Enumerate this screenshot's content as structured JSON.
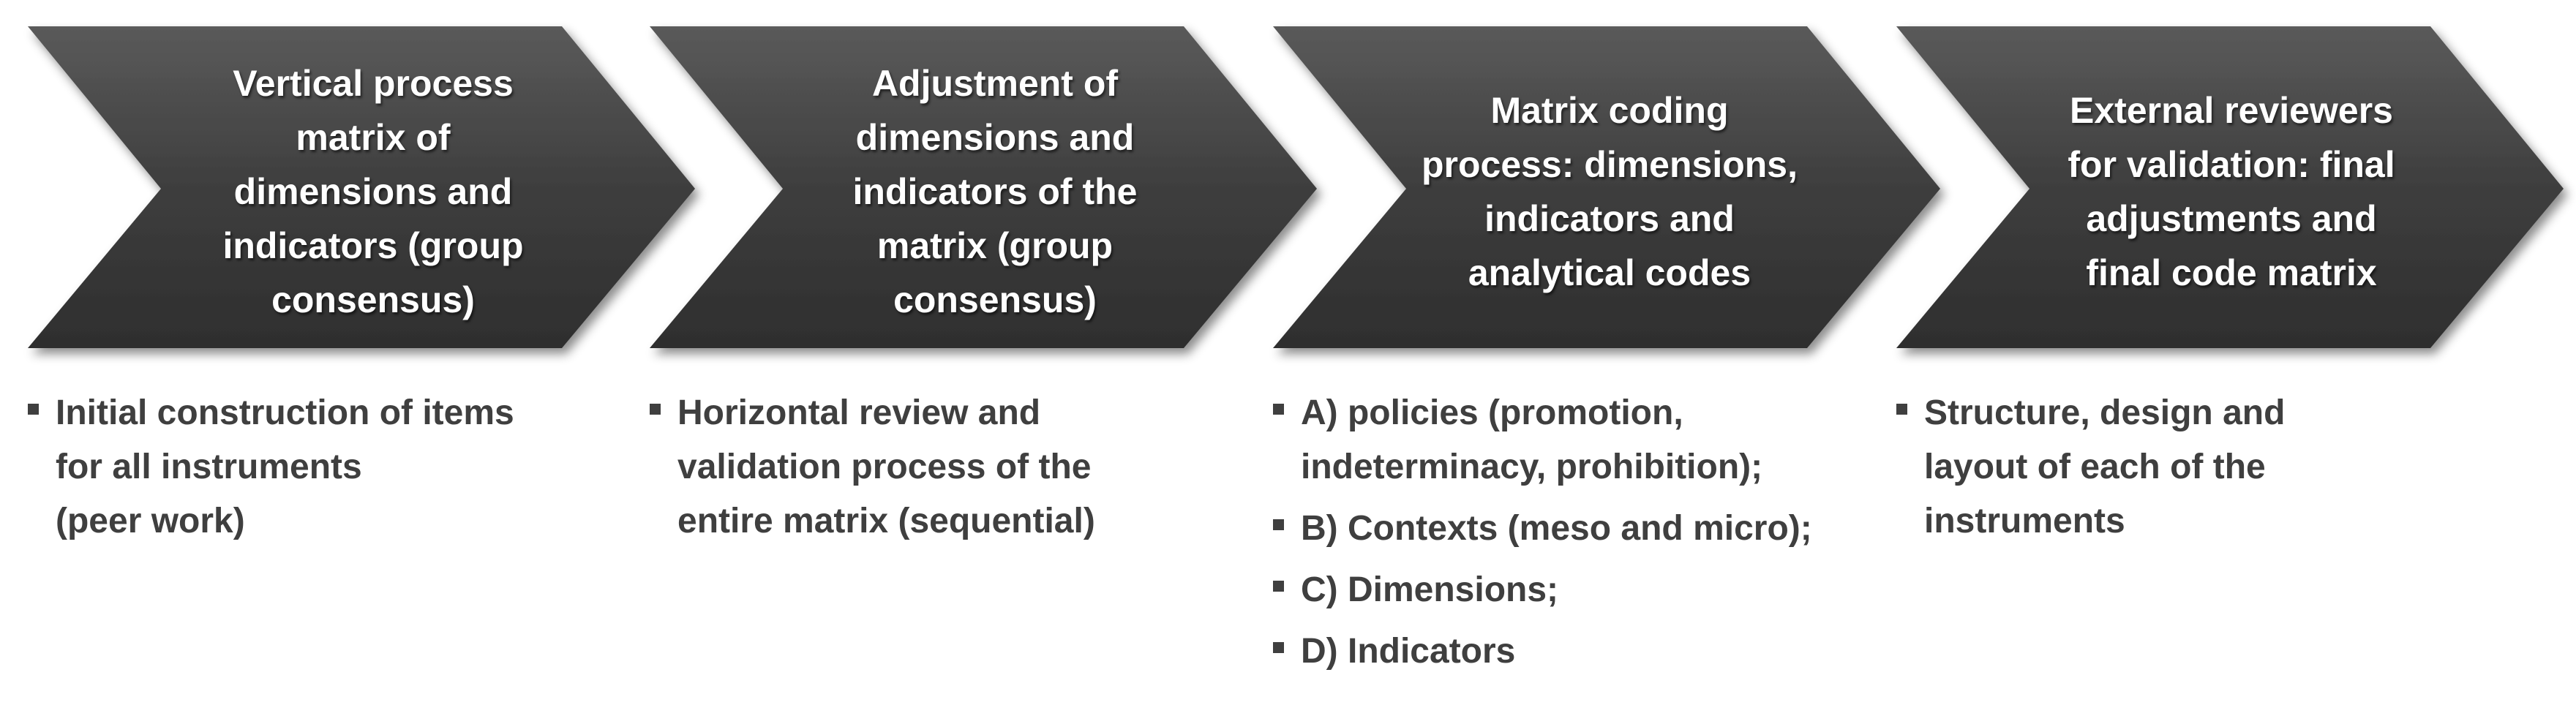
{
  "steps": [
    {
      "lines": [
        "Vertical process",
        "matrix of",
        "dimensions and",
        "indicators (group",
        "consensus)"
      ],
      "bullets": [
        [
          "Initial construction of items",
          "for all instruments",
          "(peer work)"
        ]
      ]
    },
    {
      "lines": [
        "Adjustment of",
        "dimensions and",
        "indicators of the",
        "matrix (group",
        "consensus)"
      ],
      "bullets": [
        [
          "Horizontal review and",
          "validation process of the",
          "entire matrix (sequential)"
        ]
      ]
    },
    {
      "lines": [
        "Matrix coding",
        "process: dimensions,",
        "indicators and",
        "analytical codes"
      ],
      "bullets": [
        [
          "A) policies (promotion,",
          "indeterminacy, prohibition);"
        ],
        [
          "B) Contexts (meso and micro);"
        ],
        [
          "C) Dimensions;"
        ],
        [
          "D) Indicators"
        ]
      ]
    },
    {
      "lines": [
        "External reviewers",
        "for validation: final",
        "adjustments and",
        "final code matrix"
      ],
      "bullets": [
        [
          "Structure, design and",
          "layout of each of the",
          "instruments"
        ]
      ]
    }
  ],
  "colors": {
    "chevron_fill": "#3a3a3a",
    "chevron_fill_light": "#555555",
    "text": "#3f3f3f"
  }
}
